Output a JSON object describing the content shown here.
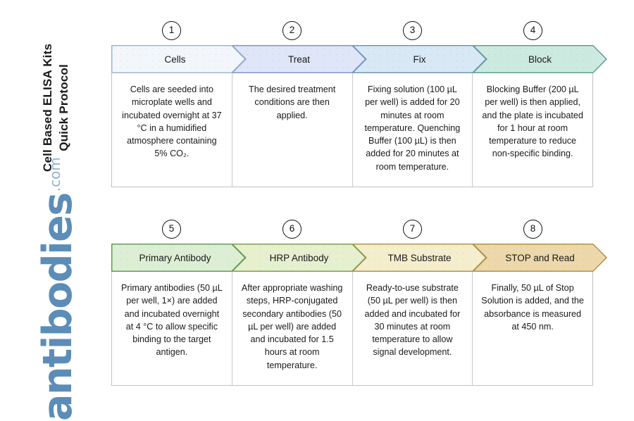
{
  "title": {
    "line1": "Cell Based ELISA Kits",
    "line2": "Quick Protocol"
  },
  "brand": {
    "word": "antibodies",
    "tld": ".com",
    "word_color": "#5b8db8",
    "tld_color": "#8fb4d0"
  },
  "rows": [
    {
      "id": "row-1",
      "steps": [
        {
          "number": "1",
          "label": "Cells",
          "fill": "#f3f7fb",
          "stroke": "#8fa9c9",
          "body": "Cells are seeded into microplate wells and incubated overnight at 37 °C in a humidified atmosphere containing 5% CO₂."
        },
        {
          "number": "2",
          "label": "Treat",
          "fill": "#dfe6f7",
          "stroke": "#6b87bd",
          "body": "The desired treatment conditions are then applied."
        },
        {
          "number": "3",
          "label": "Fix",
          "fill": "#d8e8f5",
          "stroke": "#5b87ab",
          "body": "Fixing solution (100 µL per well) is added for 20 minutes at room temperature. Quenching Buffer (100 µL) is then added for 20 minutes at room temperature."
        },
        {
          "number": "4",
          "label": "Block",
          "fill": "#cdeae1",
          "stroke": "#4e8f80",
          "body": "Blocking Buffer (200 µL per well) is then applied, and the plate is incubated for 1 hour at room temperature to reduce non-specific binding."
        }
      ]
    },
    {
      "id": "row-2",
      "steps": [
        {
          "number": "5",
          "label": "Primary Antibody",
          "fill": "#dcefd5",
          "stroke": "#4f8b3f",
          "body": "Primary antibodies (50 µL per well, 1×) are added and incubated overnight at 4 °C to allow specific binding to the target antigen."
        },
        {
          "number": "6",
          "label": "HRP Antibody",
          "fill": "#e6f0cf",
          "stroke": "#6e8b3a",
          "body": "After appropriate washing steps, HRP-conjugated secondary antibodies (50 µL per well) are added and incubated for 1.5 hours at room temperature."
        },
        {
          "number": "7",
          "label": "TMB Substrate",
          "fill": "#f5eecd",
          "stroke": "#9c8337",
          "body": "Ready-to-use substrate (50 µL per well) is then added and incubated for 30 minutes at room temperature to allow signal development."
        },
        {
          "number": "8",
          "label": "STOP and Read",
          "fill": "#ecd8ab",
          "stroke": "#a8832f",
          "body": "Finally, 50 µL of Stop Solution is added, and the absorbance is measured at 450 nm."
        }
      ]
    }
  ]
}
